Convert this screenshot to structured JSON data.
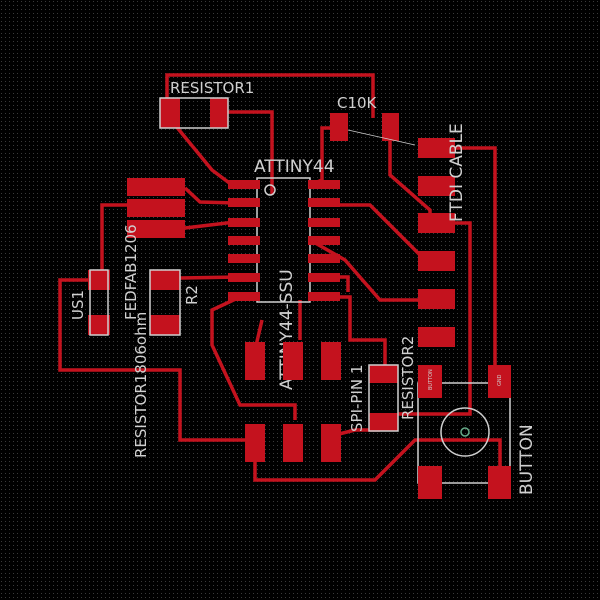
{
  "board": {
    "colors": {
      "background": "#000000",
      "copper": "#c4121e",
      "silkscreen": "#d0d0d0",
      "grid": "#3a3a3a"
    },
    "labels": {
      "resistor1": "RESISTOR1",
      "c10k": "C10K",
      "ftdi_cable": "FTDI CABLE",
      "attiny44": "ATTINY44",
      "attiny44_ssu": "ATTINY44-SSU",
      "fedfab": "FEDFAB1206",
      "us1": "US1",
      "r2": "R2",
      "resistor1806": "RESISTOR1806ohm",
      "spi_pin": "SPI-PIN 1",
      "resistor2": "RESISTOR2",
      "button": "BUTTON",
      "button_pad_top_left": "BUTTON",
      "button_pad_top_right": "GND"
    }
  }
}
